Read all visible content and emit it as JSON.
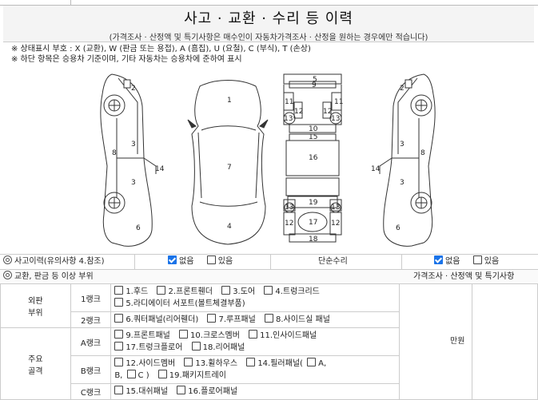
{
  "title": "사고 · 교환 · 수리 등 이력",
  "subtitle": "(가격조사 · 산정액 및 특기사항은 매수인이 자동차가격조사 · 산정을 원하는 경우에만 적습니다)",
  "notes": [
    "※ 상태표시 부호 : X (교환), W (판금 또는 용접), A (흠집), U (요철), C (부식), T (손상)",
    "※ 하단 항목은 승용차 기준이며, 기타 자동차는 승용차에 준하여 표시"
  ],
  "diagram_labels": [
    "1",
    "2",
    "3",
    "4",
    "5",
    "6",
    "7",
    "8",
    "9",
    "10",
    "11",
    "12",
    "13",
    "14",
    "15",
    "16",
    "17",
    "18",
    "19"
  ],
  "accident": {
    "label": "사고이력(유의사항 4.참조)",
    "none": "없음",
    "exists": "있음",
    "none_checked": true,
    "exists_checked": false
  },
  "simple_repair": {
    "label": "단순수리",
    "none": "없음",
    "exists": "있음",
    "none_checked": true,
    "exists_checked": false
  },
  "section": {
    "label": "교환, 판금 등 이상 부위",
    "right_label": "가격조사 · 산정액 및 특기사항"
  },
  "groups": {
    "outer": "외판\n부위",
    "main": "주요\n골격"
  },
  "ranks": {
    "r1": "1랭크",
    "r2": "2랭크",
    "ra": "A랭크",
    "rb": "B랭크",
    "rc": "C랭크"
  },
  "items": {
    "r1": [
      "1.후드",
      "2.프론트휀더",
      "3.도어",
      "4.트렁크리드",
      "5.라디에이터 서포트(볼트체결부품)"
    ],
    "r2": [
      "6.쿼터패널(리어휀더)",
      "7.루프패널",
      "8.사이드실 패널"
    ],
    "ra": [
      "9.프론트패널",
      "10.크로스멤버",
      "11.인사이드패널",
      "17.트렁크플로어",
      "18.리어패널"
    ],
    "rb_line1": [
      "12.사이드멤버",
      "13.휠하우스",
      "14.필러패널("
    ],
    "rb_line2": [
      "A,"
    ],
    "rb_line3": [
      "B,",
      "C )",
      "19.패키지트레이"
    ],
    "rc": [
      "15.대쉬패널",
      "16.플로어패널"
    ]
  },
  "unit": "만원"
}
